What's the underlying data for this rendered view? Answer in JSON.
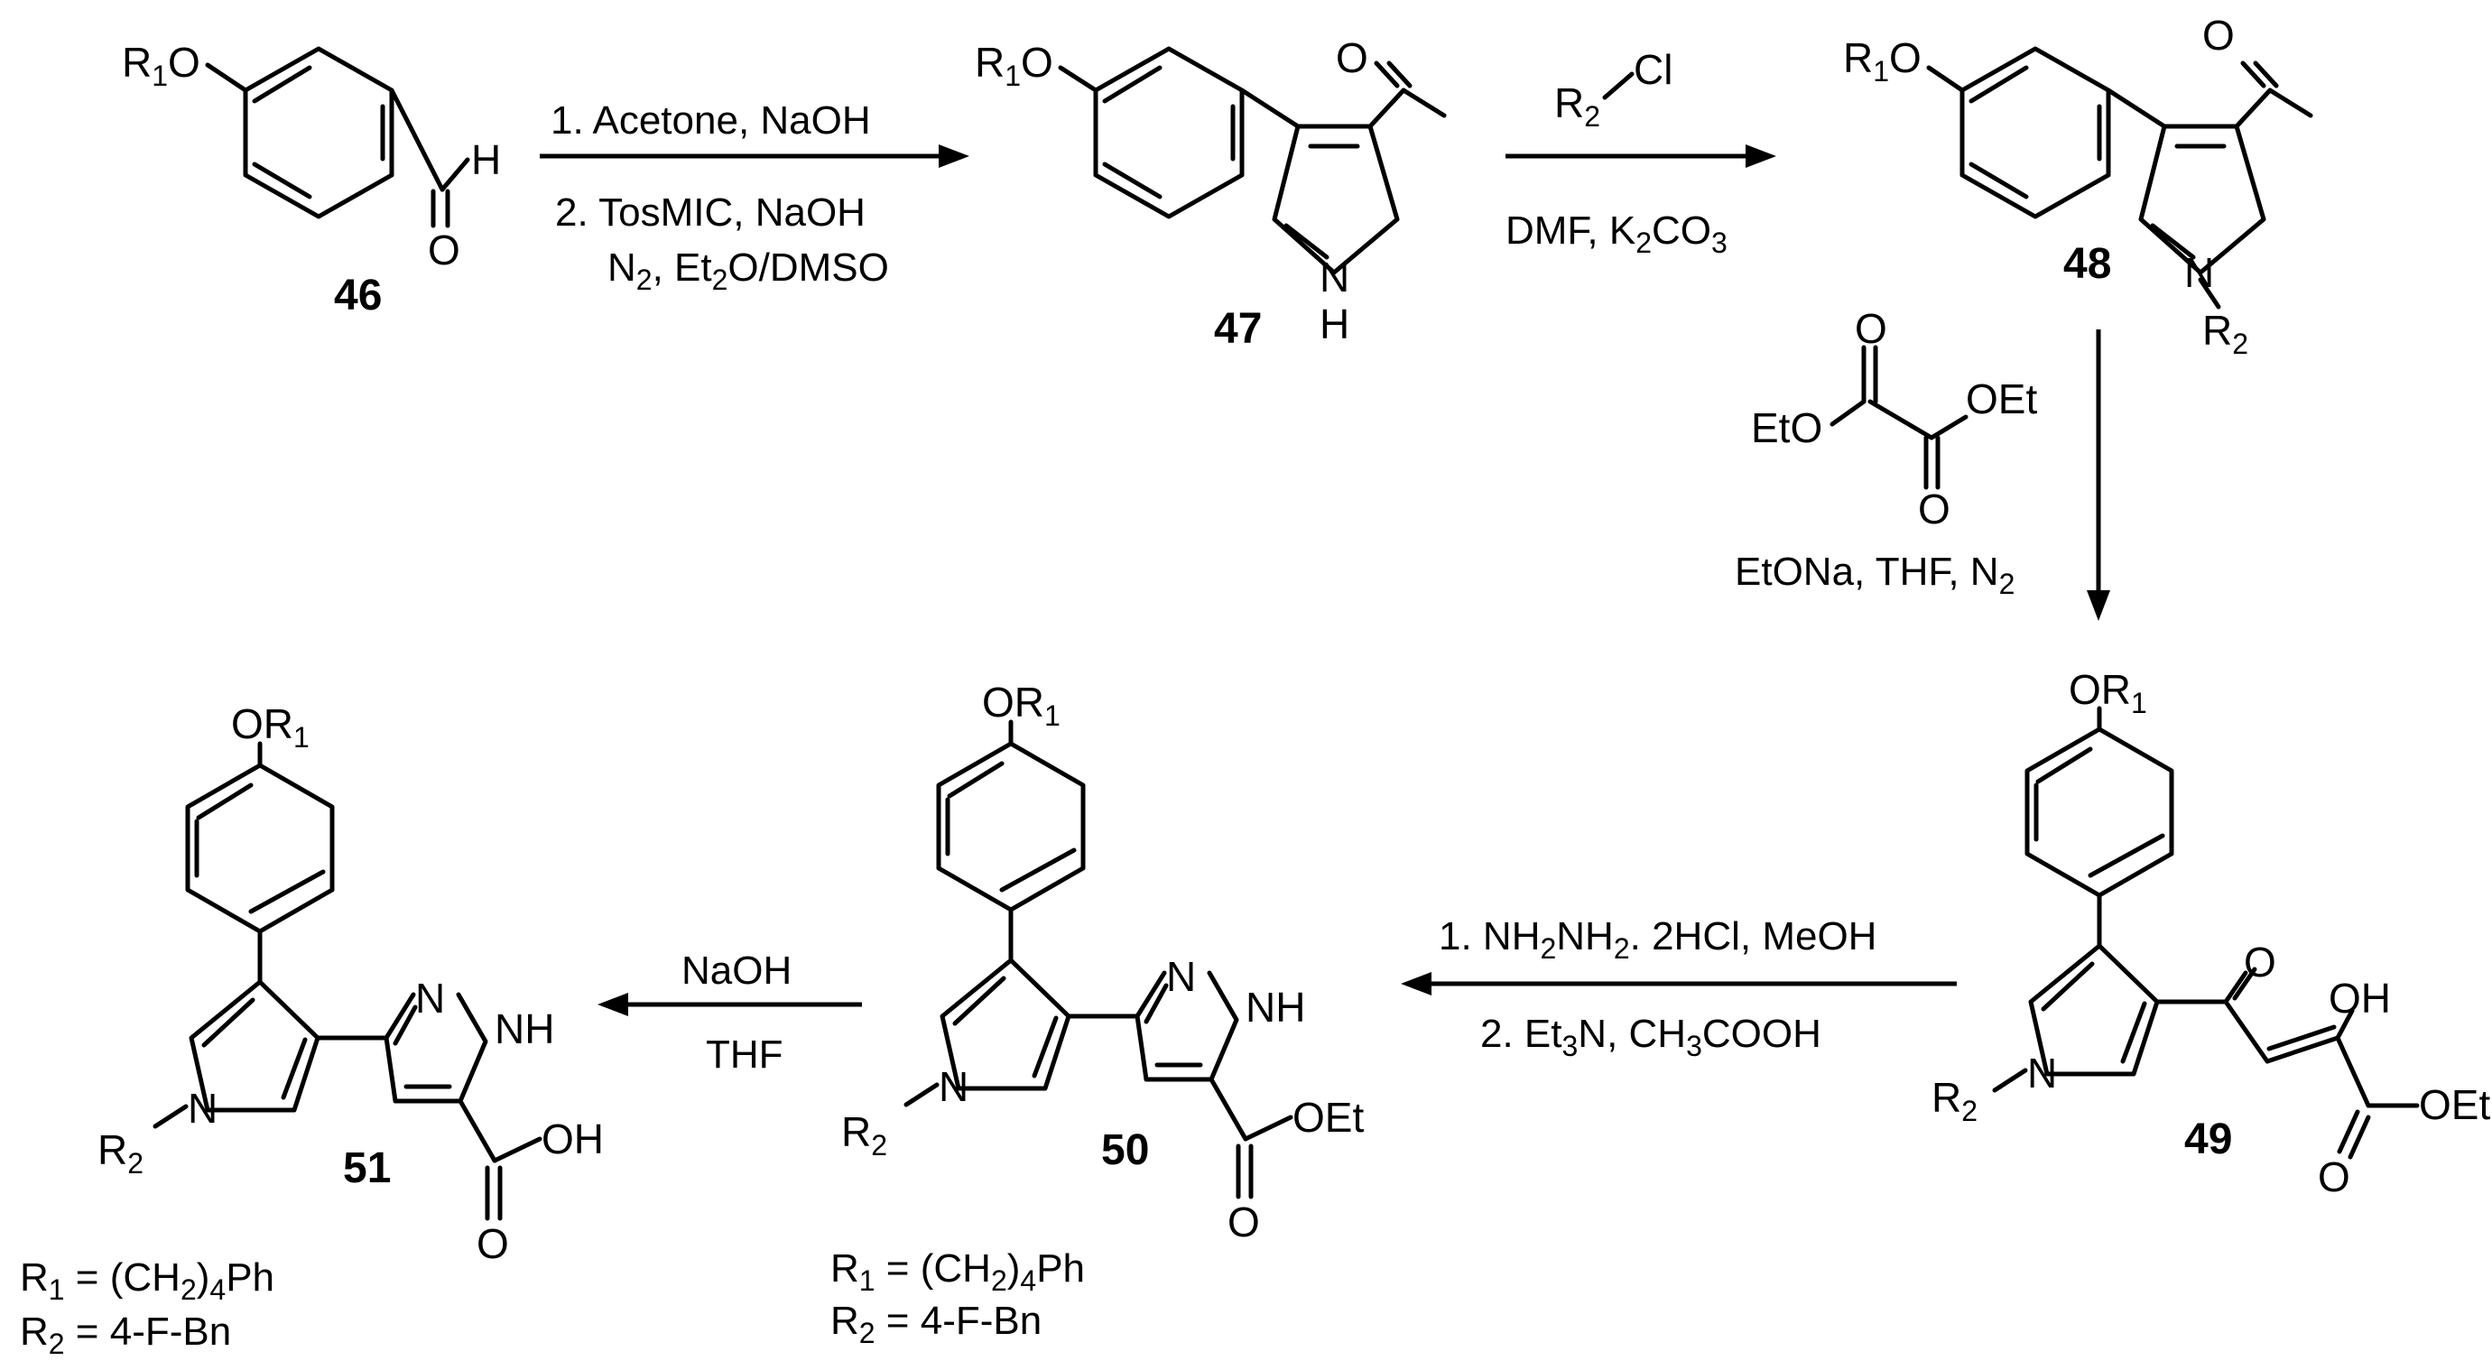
{
  "compounds": [
    {
      "id": "46",
      "label": "46"
    },
    {
      "id": "47",
      "label": "47"
    },
    {
      "id": "48",
      "label": "48"
    },
    {
      "id": "49",
      "label": "49"
    },
    {
      "id": "50",
      "label": "50"
    },
    {
      "id": "51",
      "label": "51"
    }
  ],
  "atoms": {
    "r": "R",
    "one": "1",
    "two": "2",
    "o": "O",
    "h": "H",
    "n": "N",
    "nh": "NH",
    "oh": "OH",
    "oet": "OEt",
    "eto": "EtO",
    "cl": "Cl",
    "or1_prefix": "OR"
  },
  "steps": {
    "step1": {
      "line1": "1. Acetone, NaOH",
      "line2": "2. TosMIC, NaOH",
      "line3_n": "N",
      "line3_sub": "2",
      "line3_mid": ", Et",
      "line3_sub2": "2",
      "line3_end": "O/DMSO"
    },
    "step2": {
      "reagent_r": "R",
      "reagent_sub": "2",
      "reagent_cl": "Cl",
      "cond_a": "DMF, K",
      "cond_sub1": "2",
      "cond_b": "CO",
      "cond_sub2": "3"
    },
    "step3": {
      "cond_a": "EtONa, THF, N",
      "cond_sub": "2"
    },
    "step4": {
      "line1_a": "1. NH",
      "line1_sub1": "2",
      "line1_b": "NH",
      "line1_sub2": "2",
      "line1_c": ". 2HCl, MeOH",
      "line2_a": "2. Et",
      "line2_sub1": "3",
      "line2_b": "N, CH",
      "line2_sub2": "3",
      "line2_c": "COOH"
    },
    "step5": {
      "line1": "NaOH",
      "line2": "THF"
    }
  },
  "legends": {
    "r1_lhs": "R",
    "r1_sub": "1",
    "r1_eq": " = (CH",
    "r1_sub2": "2",
    "r1_par": ")",
    "r1_sub3": "4",
    "r1_end": "Ph",
    "r2_lhs": "R",
    "r2_sub": "2",
    "r2_eq": " = 4-F-Bn"
  }
}
